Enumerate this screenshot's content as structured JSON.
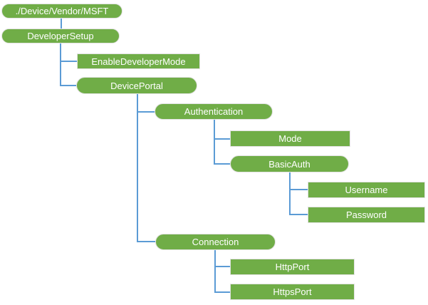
{
  "diagram": {
    "type": "tree",
    "nodes": {
      "root": {
        "label": "./Device/Vendor/MSFT",
        "shape": "pill",
        "parent": null
      },
      "developer_setup": {
        "label": "DeveloperSetup",
        "shape": "pill",
        "parent": "root"
      },
      "enable_developer_mode": {
        "label": "EnableDeveloperMode",
        "shape": "rect",
        "parent": "developer_setup"
      },
      "device_portal": {
        "label": "DevicePortal",
        "shape": "pill",
        "parent": "developer_setup"
      },
      "authentication": {
        "label": "Authentication",
        "shape": "pill",
        "parent": "device_portal"
      },
      "mode": {
        "label": "Mode",
        "shape": "rect",
        "parent": "authentication"
      },
      "basic_auth": {
        "label": "BasicAuth",
        "shape": "pill",
        "parent": "authentication"
      },
      "username": {
        "label": "Username",
        "shape": "rect",
        "parent": "basic_auth"
      },
      "password": {
        "label": "Password",
        "shape": "rect",
        "parent": "basic_auth"
      },
      "connection": {
        "label": "Connection",
        "shape": "pill",
        "parent": "device_portal"
      },
      "http_port": {
        "label": "HttpPort",
        "shape": "rect",
        "parent": "connection"
      },
      "https_port": {
        "label": "HttpsPort",
        "shape": "rect",
        "parent": "connection"
      }
    },
    "colors": {
      "node_fill": "#70ad47",
      "node_border": "#e2e2e2",
      "connector": "#5b9bd5",
      "text": "#ffffff",
      "background": "#ffffff"
    }
  }
}
